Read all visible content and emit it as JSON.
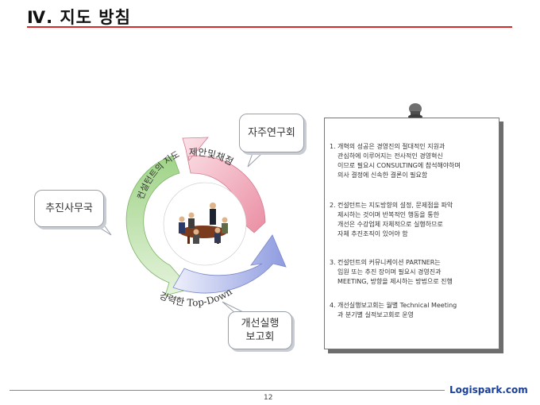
{
  "page": {
    "title": "Ⅳ. 지도 방침",
    "page_number": "12",
    "brand": "Logispark.com"
  },
  "cycle": {
    "segment_top": "제안및채점",
    "segment_left": "컨설턴트의 지도",
    "segment_bottom": "강력한 Top-Down"
  },
  "callouts": {
    "study_group": "자주연구회",
    "secretariat": "추진사무국",
    "report": [
      "개선실행",
      "보고회"
    ]
  },
  "note": {
    "items": [
      {
        "num": "1.",
        "lines": [
          "개혁의  성공은 경영진의  절대적인  지원과",
          "관심하에 이루어지는 전사적인 경영혁신",
          "이므로 필요시 CONSULTING에 참석해야하며",
          "의사 결정에 신속한 결론이 필요함"
        ]
      },
      {
        "num": "2.",
        "lines": [
          "컨설턴트는 지도방향의 설정, 문제점을 파악",
          "제시하는 것이며 반복적인 행동을 통한",
          "개선은 수강업체  자체적으로 실행하므로",
          "자체 추진조직이 있어야 함"
        ]
      },
      {
        "num": "3.",
        "lines": [
          "컨설턴트의 커뮤니케이션  PARTNER는",
          "임원 또는 추진 장이며 필요시 경영진과",
          "MEETING, 방향을 제시하는 방법으로 진행"
        ]
      },
      {
        "num": "4.",
        "lines": [
          "개선실행보고회는 월별 Technical Meeting",
          "과 분기별 실적보고회로 운영"
        ]
      }
    ]
  },
  "colors": {
    "accent_rule": "#d42a2a",
    "brand": "#1a3f9a",
    "segment_top": "#f1a6b7",
    "segment_left": "#b6dca0",
    "segment_bottom": "#aab4ea"
  },
  "icons": {
    "pin": "push-pin-icon",
    "meeting": "meeting-people-illustration"
  }
}
